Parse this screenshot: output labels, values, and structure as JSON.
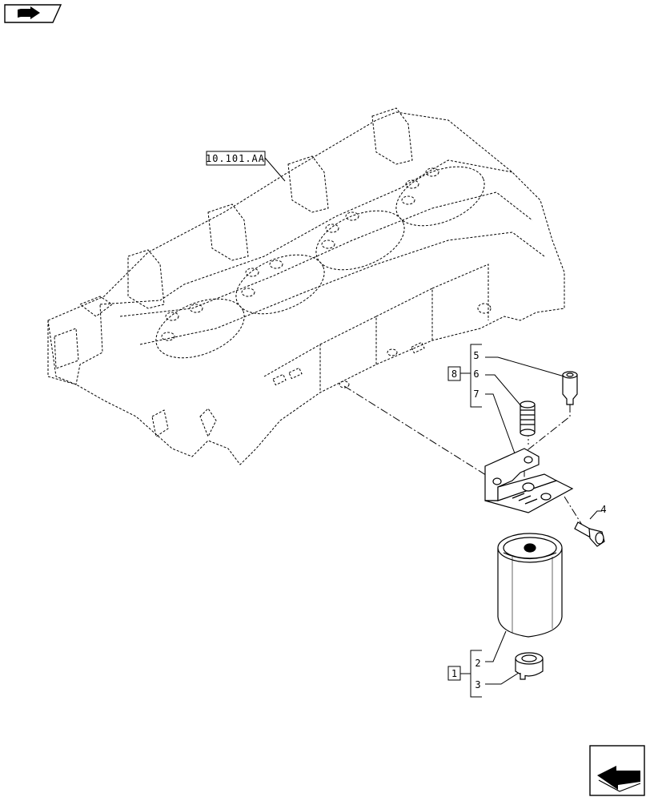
{
  "reference_label": "10.101.AA",
  "callouts": {
    "c1": "1",
    "c2": "2",
    "c3": "3",
    "c4": "4",
    "c5": "5",
    "c6": "6",
    "c7": "7",
    "c8": "8"
  },
  "icons": {
    "top_left": "book-arrow-icon",
    "bottom_right": "next-page-arrow-icon"
  },
  "colors": {
    "line": "#000000",
    "background": "#ffffff"
  }
}
